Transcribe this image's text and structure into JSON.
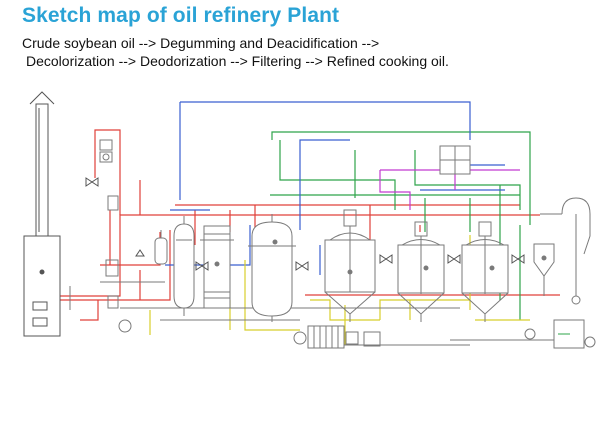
{
  "header": {
    "title": "Sketch map of oil refinery Plant",
    "line1": "Crude soybean oil --> Degumming and Deacidification -->",
    "line2": "Decolorization --> Deodorization --> Filtering --> Refined cooking oil."
  },
  "colors": {
    "title": "#2aa3d6",
    "steam": "#e0403a",
    "water": "#2ea44a",
    "vacuum": "#3a5fd0",
    "oil": "#d8cf2c",
    "air": "#c23ad0",
    "line": "#7a7a7a"
  },
  "diagram": {
    "equipment": [
      "chimney-furnace",
      "steam-separator",
      "condensate-drum",
      "small-tank",
      "crude-oil-vessel",
      "heat-exchanger",
      "storage-tank",
      "degumming-tank",
      "decolorizing-tank",
      "deodorizing-tank",
      "bag-filter",
      "steam-ejector",
      "condenser",
      "circulating-pump"
    ]
  }
}
